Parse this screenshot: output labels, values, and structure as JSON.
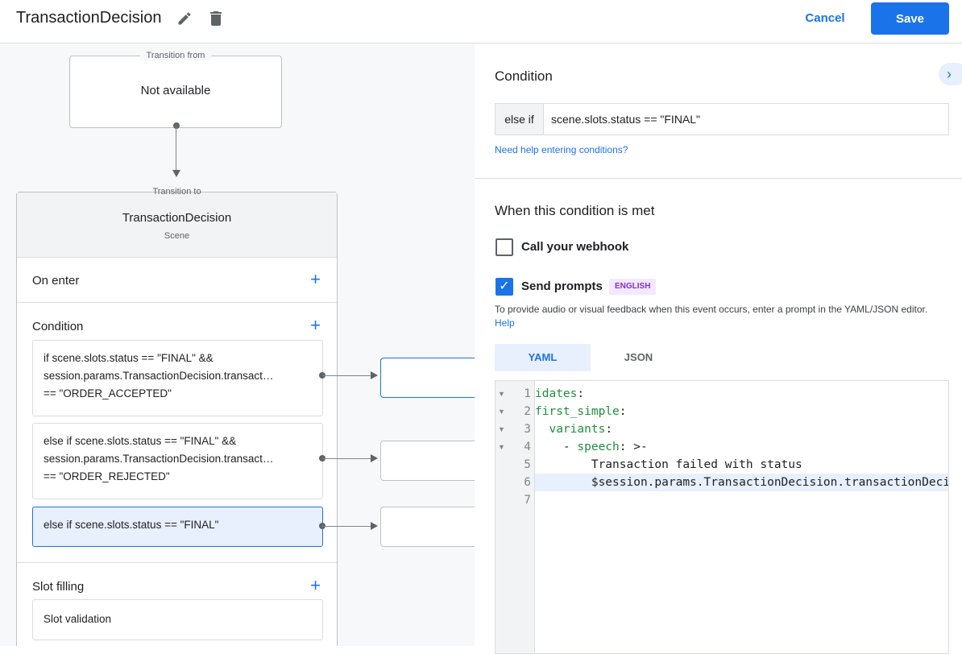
{
  "header": {
    "title": "TransactionDecision",
    "cancel_label": "Cancel",
    "save_label": "Save",
    "icons": [
      "edit-icon",
      "delete-icon"
    ]
  },
  "canvas": {
    "transition_from": {
      "legend": "Transition from",
      "value": "Not available"
    },
    "transition_to": {
      "legend": "Transition to",
      "scene_name": "TransactionDecision",
      "scene_type": "Scene"
    },
    "sections": {
      "on_enter": "On enter",
      "condition": "Condition",
      "slot_filling": "Slot filling"
    },
    "conditions": [
      {
        "lines": [
          "if scene.slots.status == \"FINAL\" &&",
          "session.params.TransactionDecision.transact…",
          "== \"ORDER_ACCEPTED\""
        ]
      },
      {
        "lines": [
          "else if scene.slots.status == \"FINAL\" &&",
          "session.params.TransactionDecision.transact…",
          "== \"ORDER_REJECTED\""
        ]
      },
      {
        "lines": [
          "else if scene.slots.status == \"FINAL\""
        ],
        "selected": true
      }
    ],
    "slot_validation": "Slot validation"
  },
  "panel": {
    "condition_heading": "Condition",
    "condition_prefix": "else if",
    "condition_value": "scene.slots.status == \"FINAL\"",
    "help_link": "Need help entering conditions?",
    "met_heading": "When this condition is met",
    "webhook_label": "Call your webhook",
    "webhook_checked": false,
    "prompts_label": "Send prompts",
    "prompts_checked": true,
    "language_badge": "ENGLISH",
    "prompt_help": "To provide audio or visual feedback when this event occurs, enter a prompt in the YAML/JSON editor.",
    "prompt_help_link": "Help",
    "tabs": [
      {
        "label": "YAML",
        "active": true
      },
      {
        "label": "JSON",
        "active": false
      }
    ],
    "code": [
      {
        "n": "1",
        "key": "idates",
        "rest": ":"
      },
      {
        "n": "2",
        "key": "first_simple",
        "rest": ":"
      },
      {
        "n": "3",
        "indent": "  ",
        "key": "variants",
        "rest": ":"
      },
      {
        "n": "4",
        "indent": "    - ",
        "key": "speech",
        "rest": ": >-"
      },
      {
        "n": "5",
        "indent": "        ",
        "key": "",
        "rest": "Transaction failed with status"
      },
      {
        "n": "6",
        "indent": "        ",
        "key": "",
        "rest": "$session.params.TransactionDecision.transactionDecision"
      },
      {
        "n": "7",
        "indent": "",
        "key": "",
        "rest": ""
      }
    ],
    "accent": "#1a73e8"
  }
}
